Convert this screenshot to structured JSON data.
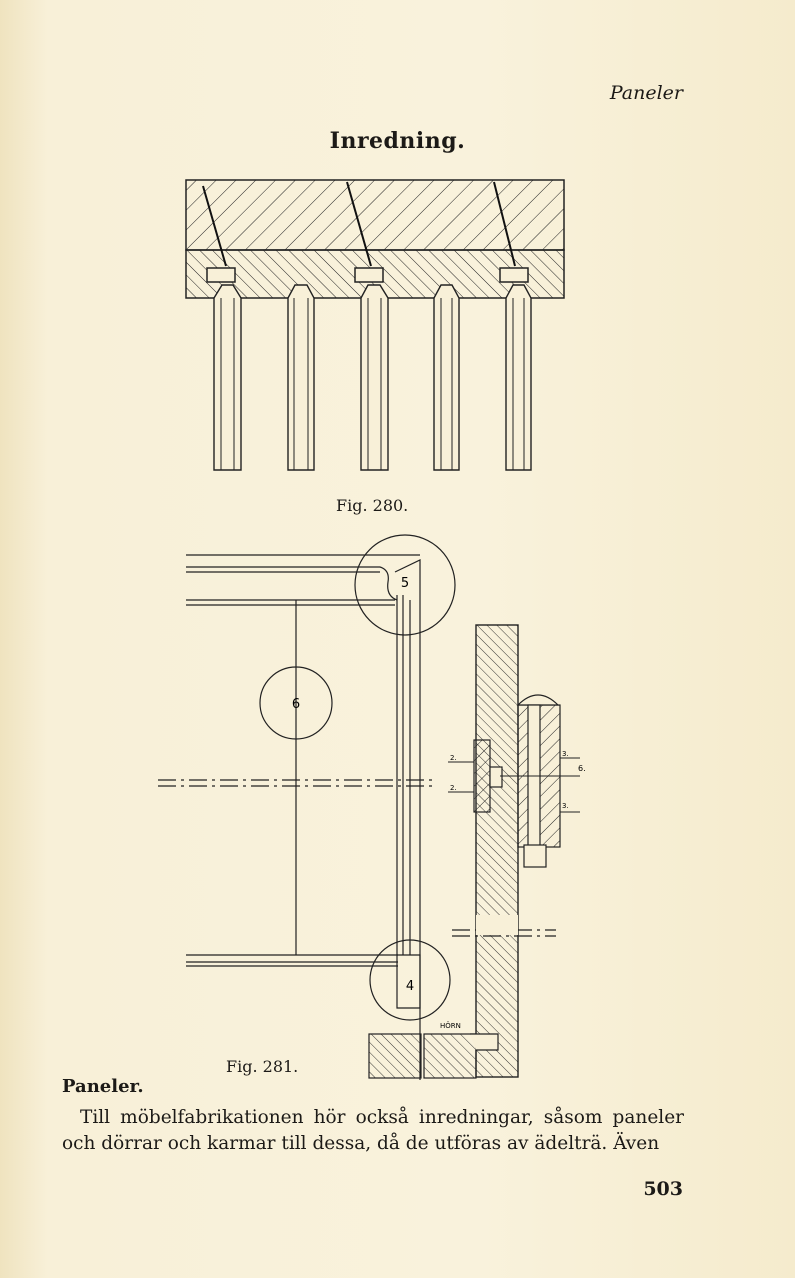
{
  "header": {
    "running_title": "Paneler"
  },
  "chapter_title": "Inredning.",
  "figures": [
    {
      "caption": "Fig. 280."
    },
    {
      "caption": "Fig. 281.",
      "labels": {
        "circle_top": "5",
        "circle_mid": "6",
        "circle_bottom": "4",
        "corner": "HÖRN",
        "mark_a": "2.",
        "mark_b": "2.",
        "mark_c": "3.",
        "mark_d": "6.",
        "mark_e": "3."
      }
    }
  ],
  "section_heading": "Paneler.",
  "body_text": "Till möbelfabrikationen hör också inredningar, såsom paneler och dörrar och karmar till dessa, då de utföras av ädelträ. Även",
  "page_number": "503",
  "colors": {
    "paper": "#f7efd6",
    "ink": "#1c1a17"
  }
}
